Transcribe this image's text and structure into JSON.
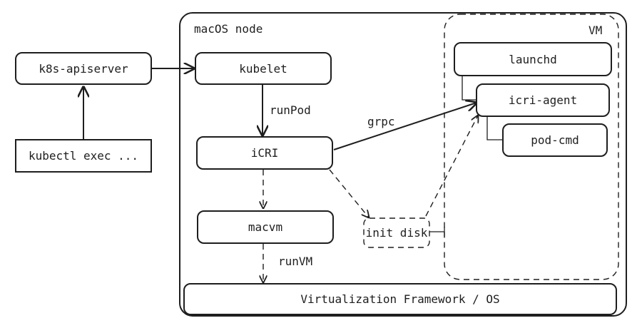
{
  "containers": {
    "macos_node": "macOS node",
    "vm": "VM"
  },
  "nodes": {
    "k8s_apiserver": "k8s-apiserver",
    "kubectl_exec": "kubectl exec ...",
    "kubelet": "kubelet",
    "icri": "iCRI",
    "macvm": "macvm",
    "init_disk": "init disk",
    "launchd": "launchd",
    "icri_agent": "icri-agent",
    "pod_cmd": "pod-cmd",
    "virtualization": "Virtualization Framework / OS"
  },
  "edges": {
    "run_pod": "runPod",
    "grpc": "grpc",
    "run_vm": "runVM"
  }
}
